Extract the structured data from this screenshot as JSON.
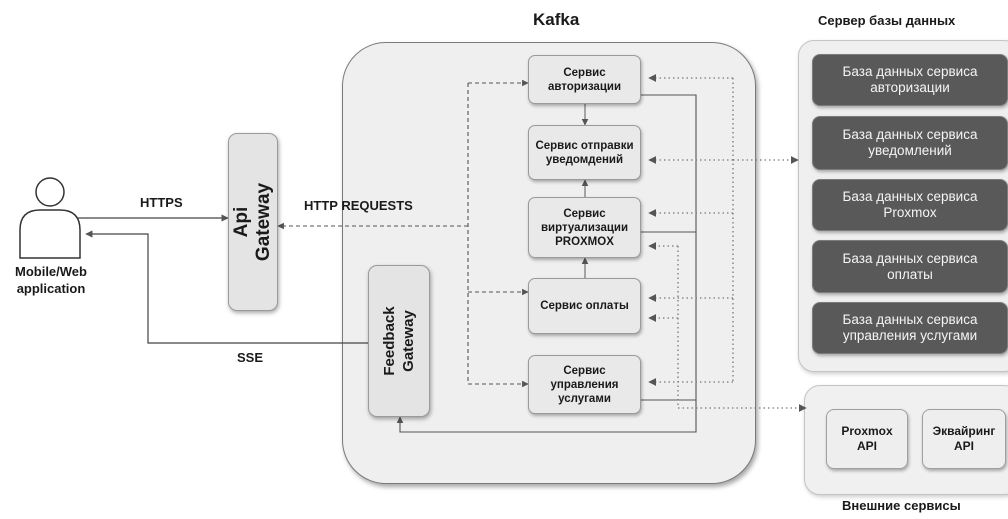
{
  "title": "Kafka",
  "db_server": {
    "title": "Сервер базы данных",
    "databases": [
      "База данных сервиса\nавторизации",
      "База данных сервиса\nуведомлений",
      "База данных сервиса\nProxmox",
      "База данных сервиса\nоплаты",
      "База данных сервиса\nуправления услугами"
    ]
  },
  "external": {
    "title": "Внешние сервисы",
    "apis": [
      "Proxmox\nAPI",
      "Эквайринг\nAPI"
    ]
  },
  "services": [
    "Сервис\nавторизации",
    "Сервис отправки\nуведомдений",
    "Сервис\nвиртуализации\nPROXMOX",
    "Сервис оплаты",
    "Сервис\nуправления\nуслугами"
  ],
  "api_gateway": "Api Gateway",
  "feedback_gateway": "Feedback\nGateway",
  "client": "Mobile/Web\napplication",
  "edges": {
    "https": "HTTPS",
    "http_requests": "HTTP REQUESTS",
    "sse": "SSE"
  },
  "colors": {
    "db_fill": "#595959",
    "container_fill": "#efefef",
    "line": "#555555"
  }
}
